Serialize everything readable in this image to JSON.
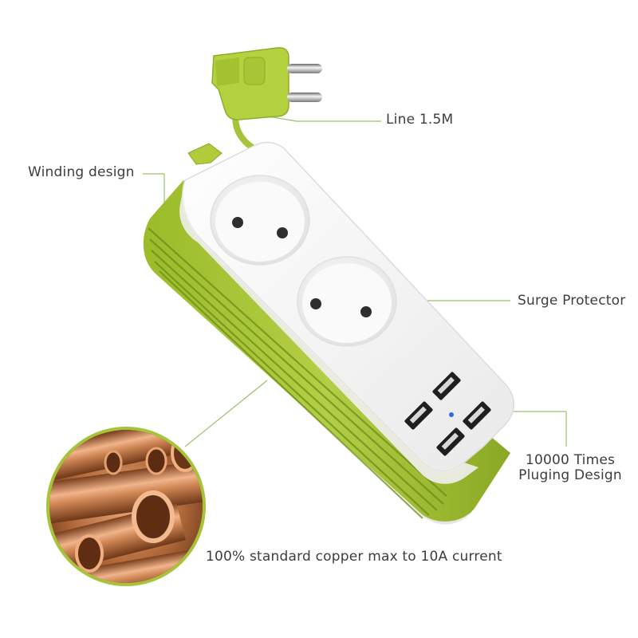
{
  "labels": {
    "line": "Line 1.5M",
    "winding": "Winding design",
    "surge": "Surge Protector",
    "times_line1": "10000 Times",
    "times_line2": "Pluging Design",
    "copper": "100% standard copper max to 10A current"
  },
  "colors": {
    "accent_green": "#a6c43a",
    "dark_green": "#7f9a22",
    "body_white": "#f4f4f4",
    "leader_line": "#9cc06b",
    "copper": "#c9794a",
    "text": "#3d3d3d"
  },
  "product": {
    "ac_sockets": 2,
    "usb_ports": 4
  }
}
